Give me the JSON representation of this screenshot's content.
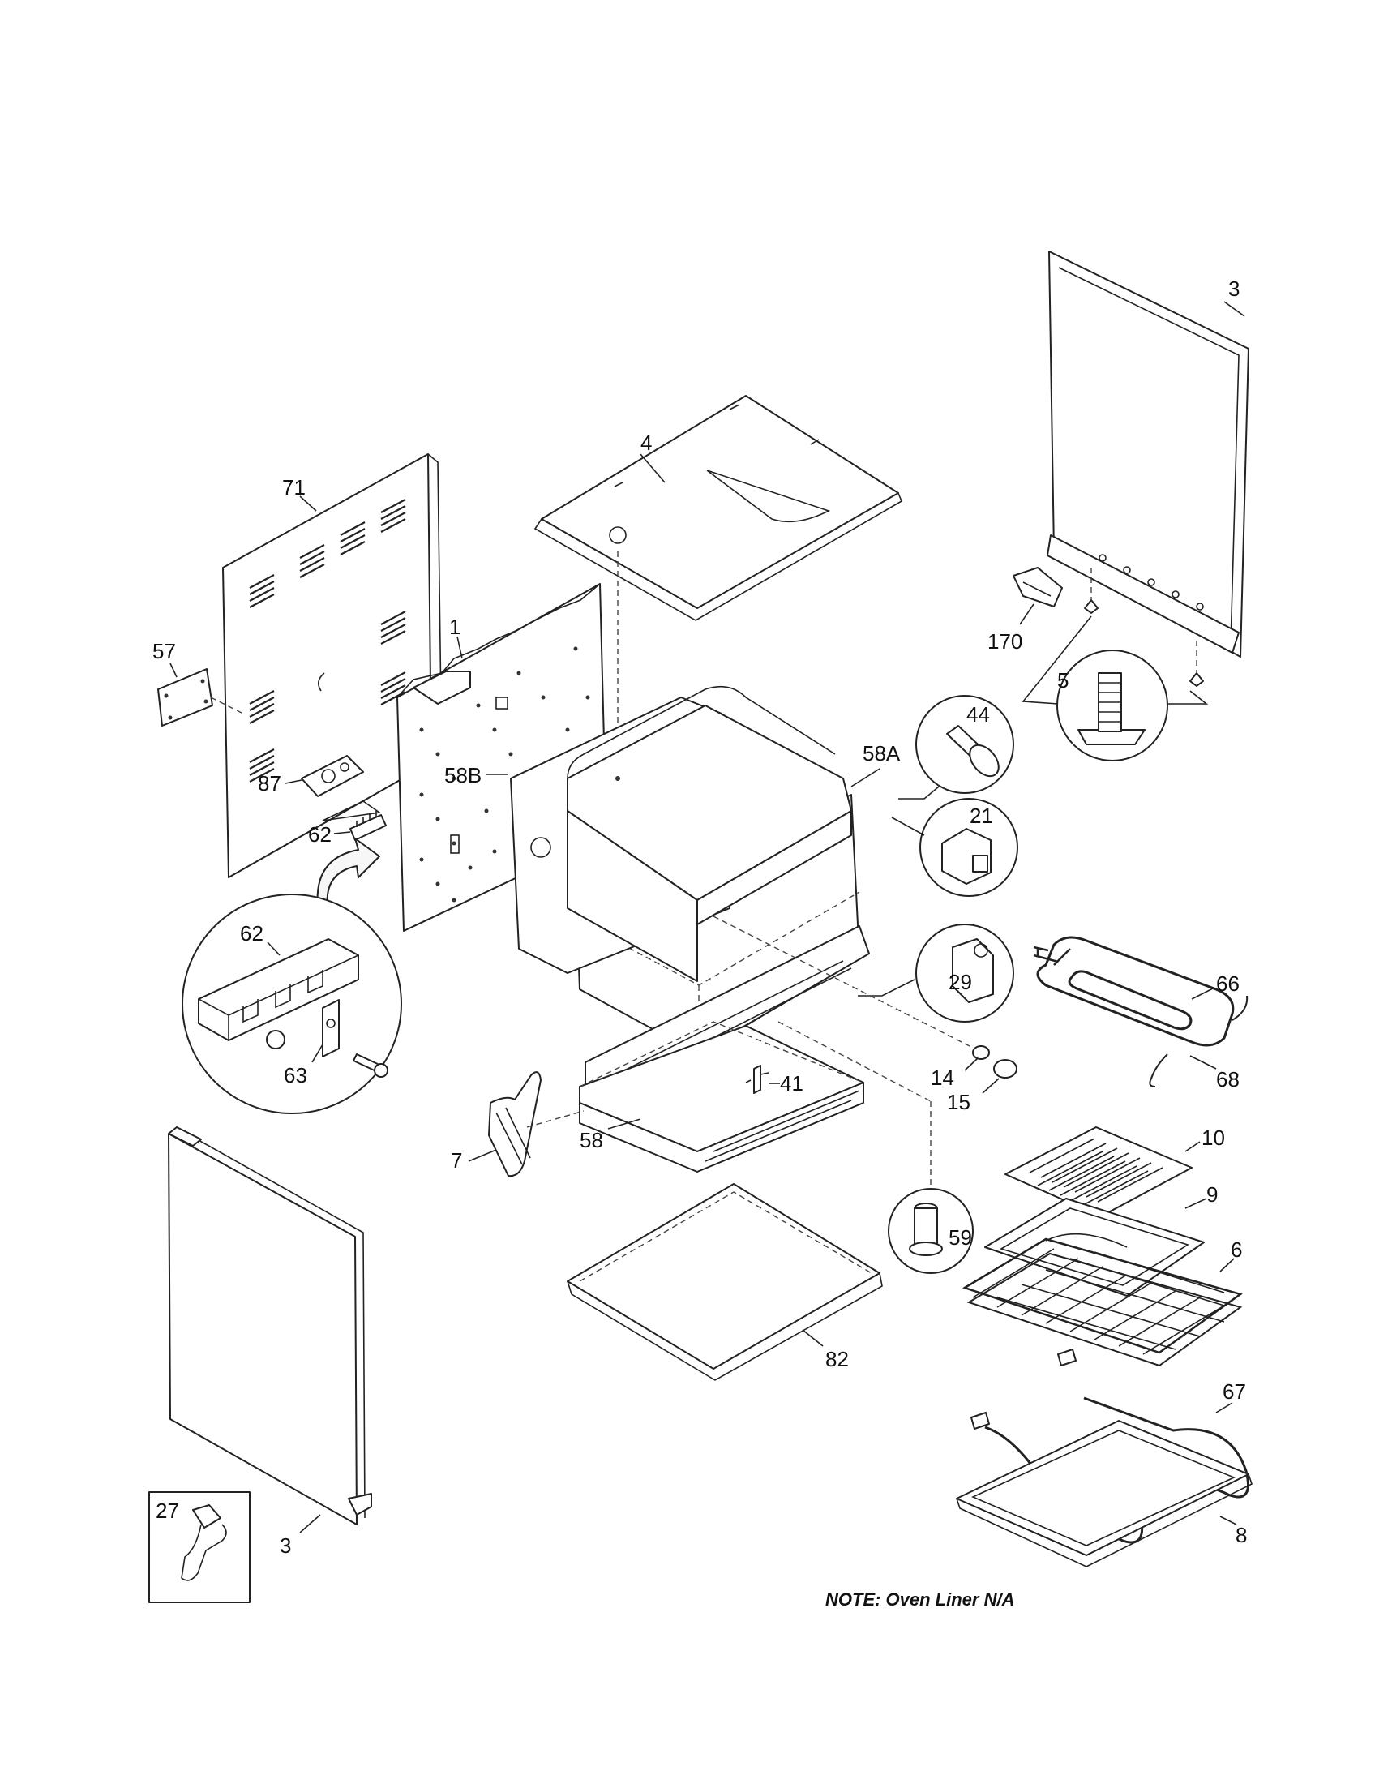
{
  "labels": {
    "p3_right": "3",
    "p4": "4",
    "p71": "71",
    "p57": "57",
    "p1": "1",
    "p87": "87",
    "p62_small": "62",
    "p62_detail": "62",
    "p63": "63",
    "p58b": "58B",
    "p58a": "58A",
    "p44": "44",
    "p21": "21",
    "p170": "170",
    "p5": "5",
    "p29": "29",
    "p66": "66",
    "p68": "68",
    "p14": "14",
    "p15": "15",
    "p41": "41",
    "p58": "58",
    "p7": "7",
    "p10": "10",
    "p9": "9",
    "p6": "6",
    "p59": "59",
    "p82": "82",
    "p67": "67",
    "p8": "8",
    "p3_left": "3",
    "p27": "27"
  },
  "note": "NOTE:  Oven Liner N/A"
}
